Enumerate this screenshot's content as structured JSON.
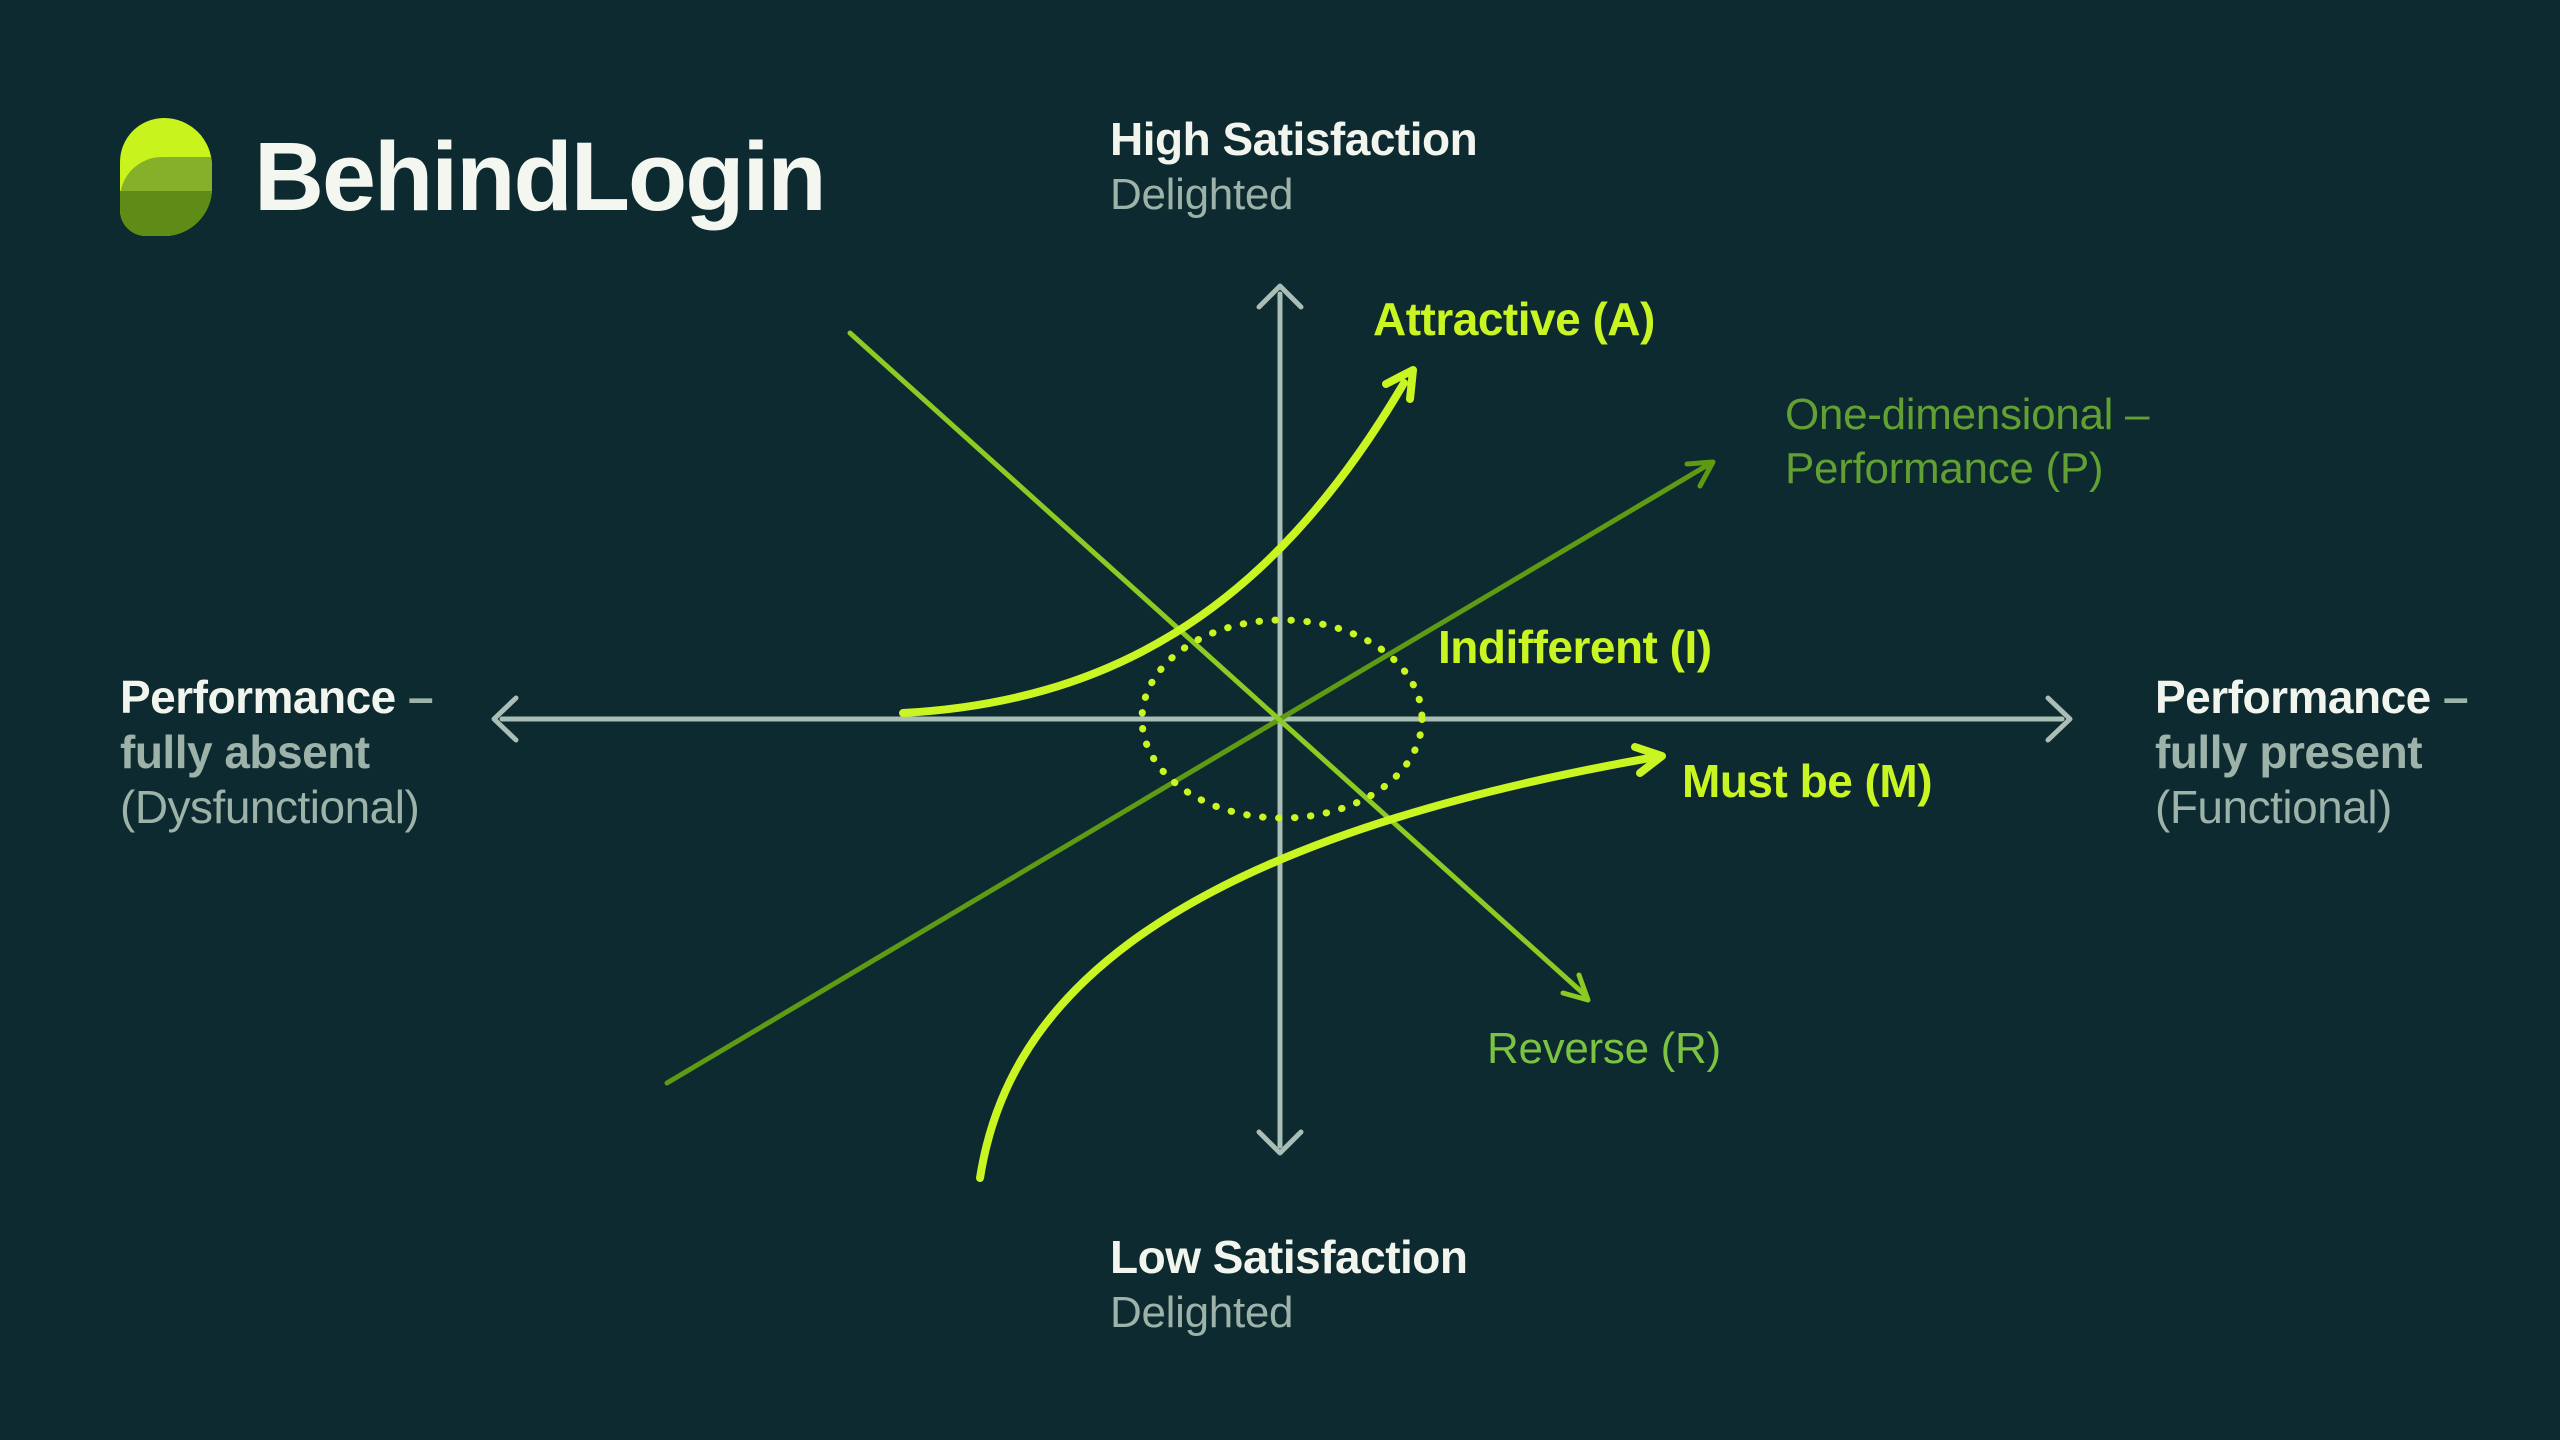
{
  "brand": {
    "name": "BehindLogin"
  },
  "quadrant_labels": {
    "top": {
      "title": "High Satisfaction",
      "subtitle": "Delighted"
    },
    "bottom": {
      "title": "Low Satisfaction",
      "subtitle": "Delighted"
    },
    "left": {
      "bold_white": "Performance",
      "dash": "–",
      "bold_muted": "fully absent",
      "muted": "(Dysfunctional)"
    },
    "right": {
      "bold_white": "Performance",
      "dash": "–",
      "bold_muted": "fully present",
      "muted": "(Functional)"
    }
  },
  "curve_labels": {
    "attractive": "Attractive (A)",
    "one_dimensional_line1": "One-dimensional –",
    "one_dimensional_line2": "Performance (P)",
    "indifferent": "Indifferent (I)",
    "must_be": "Must be (M)",
    "reverse": "Reverse (R)"
  },
  "colors": {
    "background": "#0c2a2f",
    "axis": "#a9beb4",
    "lime": "#c9f522",
    "reverse_green": "#8bcb24",
    "one_dimensional_green": "#5e9a14",
    "text_white": "#f2f5ee",
    "text_muted": "#9db3a9",
    "logo_lime": "#c8f31d",
    "logo_mid_green": "#87b02a",
    "logo_olive": "#5f8c16"
  }
}
